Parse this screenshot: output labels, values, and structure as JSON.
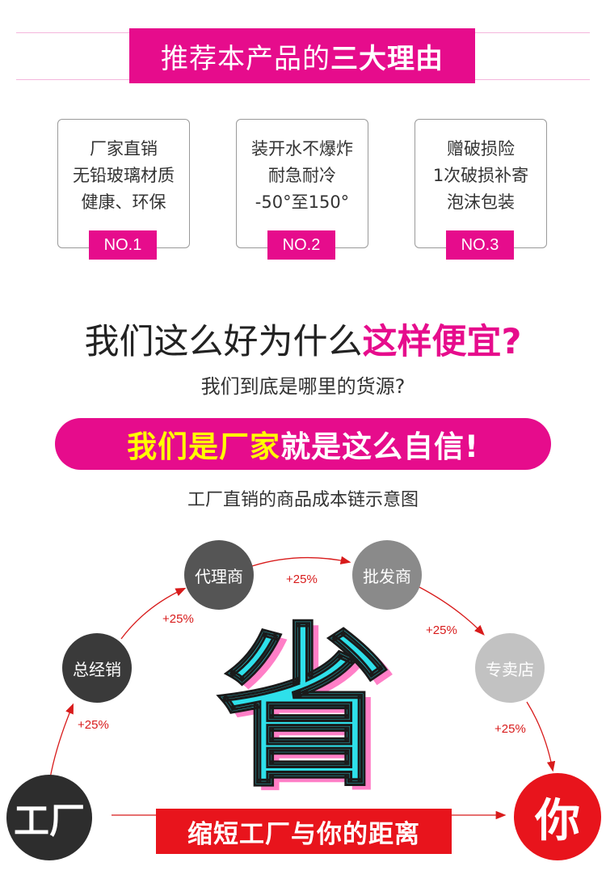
{
  "header": {
    "title_normal": "推荐本产品的",
    "title_bold": "三大理由"
  },
  "reasons": [
    {
      "lines": [
        "厂家直销",
        "无铅玻璃材质",
        "健康、环保"
      ],
      "no": "NO.1"
    },
    {
      "lines": [
        "装开水不爆炸",
        "耐急耐冷",
        "-50°至150°"
      ],
      "no": "NO.2"
    },
    {
      "lines": [
        "赠破损险",
        "1次破损补寄",
        "泡沫包装"
      ],
      "no": "NO.3"
    }
  ],
  "headline": {
    "normal": "我们这么好为什么",
    "highlight": "这样便宜?"
  },
  "question": "我们到底是哪里的货源?",
  "pill": {
    "yellow": "我们是厂家",
    "white": "就是这么自信!"
  },
  "caption": "工厂直销的商品成本链示意图",
  "chain": {
    "factory": "工厂",
    "general_distributor": "总经销",
    "agent": "代理商",
    "wholesaler": "批发商",
    "store": "专卖店",
    "you": "你",
    "markup": "+25%"
  },
  "center_char": "省",
  "banner": "缩短工厂与你的距离",
  "colors": {
    "accent_pink": "#e60c8c",
    "accent_red": "#e8141c",
    "cyan": "#2ee0ea",
    "yellow": "#ffff00"
  }
}
